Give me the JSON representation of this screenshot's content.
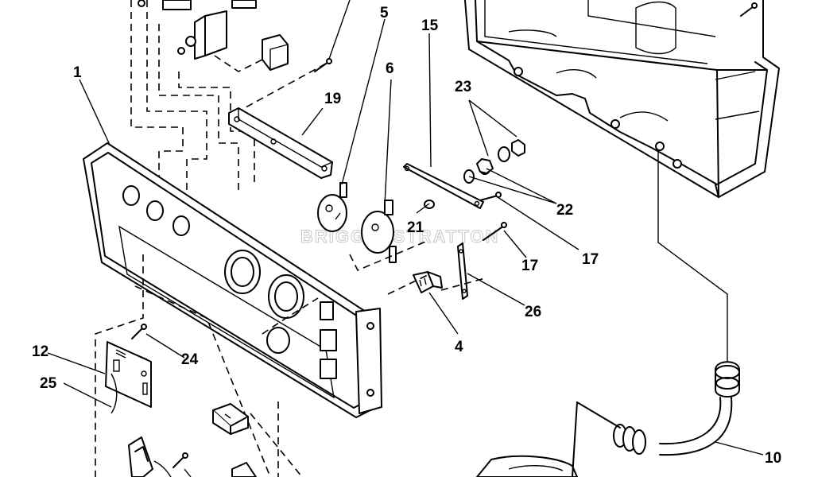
{
  "diagram": {
    "callouts": {
      "c1": "1",
      "c4": "4",
      "c5": "5",
      "c6": "6",
      "c10": "10",
      "c12": "12",
      "c15": "15",
      "c17a": "17",
      "c17b": "17",
      "c19": "19",
      "c21": "21",
      "c22": "22",
      "c23": "23",
      "c24": "24",
      "c25": "25",
      "c26": "26"
    },
    "watermark": "BRIGGS&STRATTON"
  }
}
